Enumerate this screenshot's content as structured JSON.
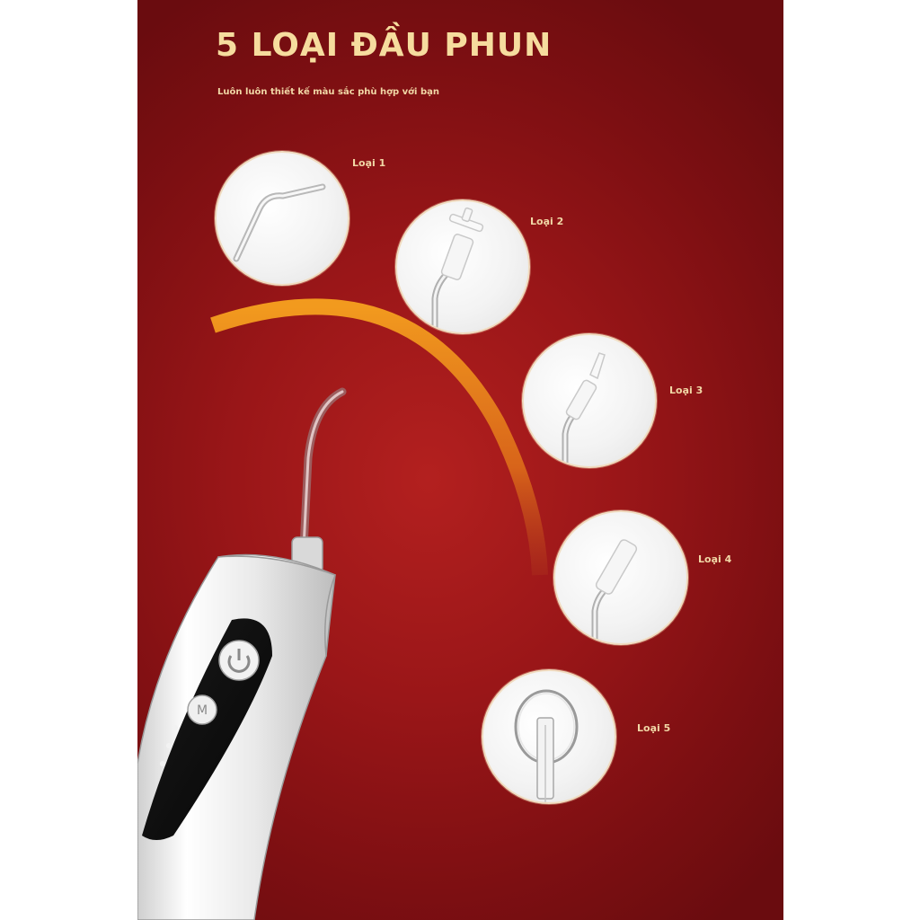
{
  "title": "5 LOẠI ĐẦU PHUN",
  "subtitle": "Luôn luôn thiết kế màu sắc phù hợp với bạn",
  "nozzles": [
    {
      "label": "Loại 1"
    },
    {
      "label": "Loại 2"
    },
    {
      "label": "Loại 3"
    },
    {
      "label": "Loại 4"
    },
    {
      "label": "Loại 5"
    }
  ],
  "colors": {
    "background": "#9a1618",
    "title": "#f6dc9e",
    "arc": "#e8891a",
    "circle_border": "#f0dcc0"
  },
  "device": {
    "button_icon": "power-icon",
    "mode_icon": "mode-m-icon"
  }
}
